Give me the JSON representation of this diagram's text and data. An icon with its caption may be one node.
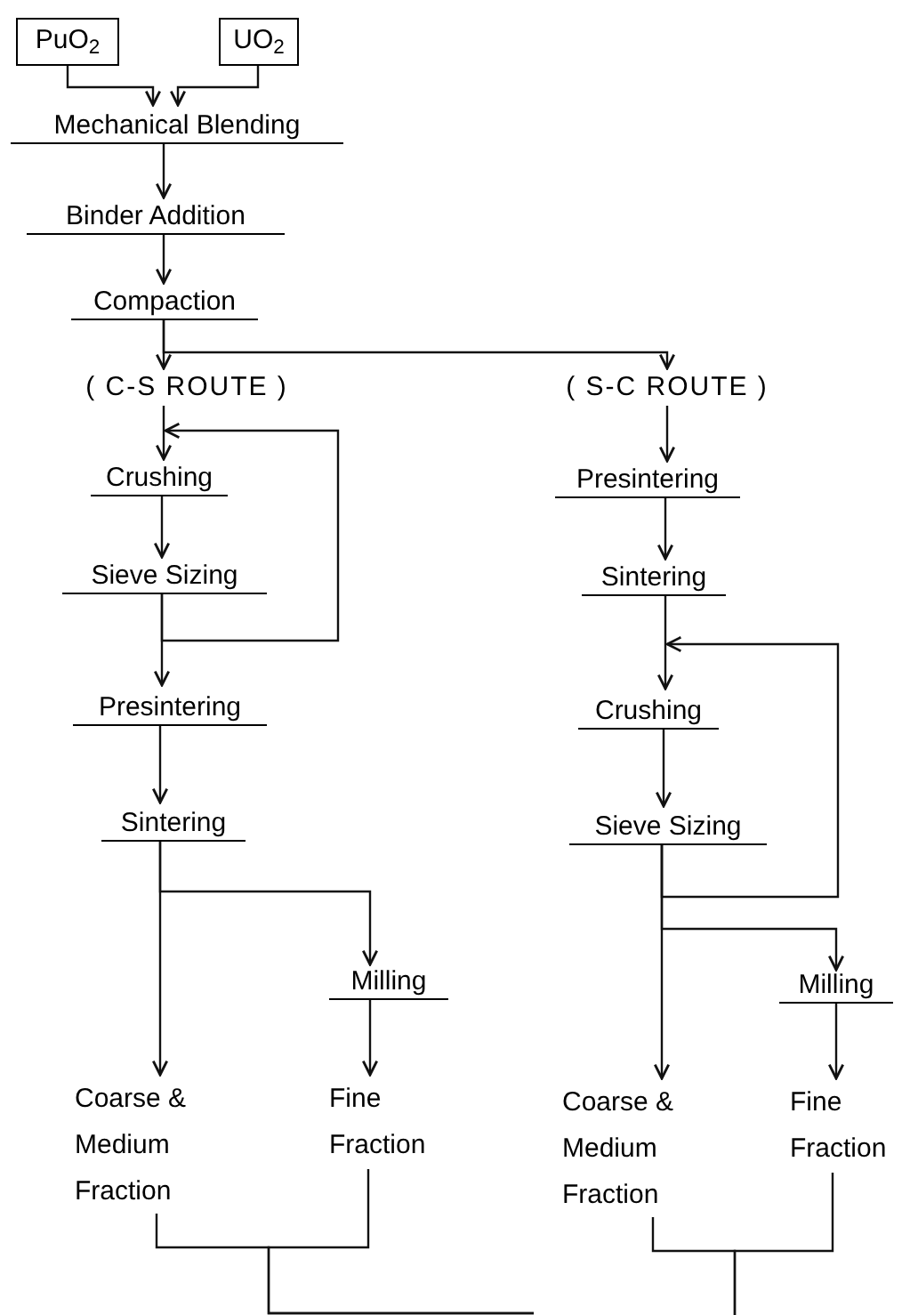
{
  "diagram": {
    "nodes": [
      {
        "text": [
          "PuO$_{2}$"
        ]
      },
      {
        "text": [
          "UO$_{2}$"
        ]
      },
      {
        "text": [
          "Mechanical Blending"
        ]
      },
      {
        "text": [
          "Binder Addition"
        ]
      },
      {
        "text": [
          "Compaction"
        ]
      },
      {
        "text": [
          "( C-S ROUTE )"
        ]
      },
      {
        "text": [
          "( S-C ROUTE )"
        ]
      },
      {
        "text": [
          "Crushing"
        ]
      },
      {
        "text": [
          "Sieve Sizing"
        ]
      },
      {
        "text": [
          "Presintering"
        ]
      },
      {
        "text": [
          "Sintering"
        ]
      },
      {
        "text": [
          "Milling"
        ]
      },
      {
        "text": [
          "Coarse & Medium Fraction"
        ]
      },
      {
        "text": [
          "Fine Fraction"
        ]
      },
      {
        "text": [
          "Presintering"
        ]
      },
      {
        "text": [
          "Sintering"
        ]
      },
      {
        "text": [
          "Crushing"
        ]
      },
      {
        "text": [
          "Sieve Sizing"
        ]
      },
      {
        "text": [
          "Milling"
        ]
      },
      {
        "text": [
          "Coarse & Medium Fraction"
        ]
      },
      {
        "text": [
          "Fine Fraction"
        ]
      }
    ],
    "edges": [
      {
        "from": 0,
        "to": 2,
        "arrow": "to"
      },
      {
        "from": 1,
        "to": 2,
        "arrow": "to"
      },
      {
        "from": 2,
        "to": 3,
        "arrow": "to"
      },
      {
        "from": 3,
        "to": 4,
        "arrow": "to"
      },
      {
        "from": 4,
        "to": 5,
        "arrow": "to"
      },
      {
        "from": 4,
        "to": 6,
        "arrow": "to"
      },
      {
        "from": 5,
        "to": 7,
        "arrow": "to"
      },
      {
        "from": 7,
        "to": 8,
        "arrow": "to"
      },
      {
        "from": 8,
        "to": 7,
        "arrow": "to"
      },
      {
        "from": 8,
        "to": 9,
        "arrow": "to"
      },
      {
        "from": 9,
        "to": 10,
        "arrow": "to"
      },
      {
        "from": 10,
        "to": 12,
        "arrow": "to"
      },
      {
        "from": 10,
        "to": 11,
        "arrow": "to"
      },
      {
        "from": 11,
        "to": 13,
        "arrow": "to"
      },
      {
        "from": 12,
        "to": null,
        "arrow": "none"
      },
      {
        "from": 13,
        "to": null,
        "arrow": "none"
      },
      {
        "from": 6,
        "to": 14,
        "arrow": "to"
      },
      {
        "from": 14,
        "to": 15,
        "arrow": "to"
      },
      {
        "from": 15,
        "to": 16,
        "arrow": "to"
      },
      {
        "from": 16,
        "to": 17,
        "arrow": "to"
      },
      {
        "from": 17,
        "to": 16,
        "arrow": "to"
      },
      {
        "from": 17,
        "to": 19,
        "arrow": "to"
      },
      {
        "from": 17,
        "to": 18,
        "arrow": "to"
      },
      {
        "from": 18,
        "to": 20,
        "arrow": "to"
      },
      {
        "from": 19,
        "to": null,
        "arrow": "none"
      },
      {
        "from": 20,
        "to": null,
        "arrow": "none"
      }
    ]
  }
}
